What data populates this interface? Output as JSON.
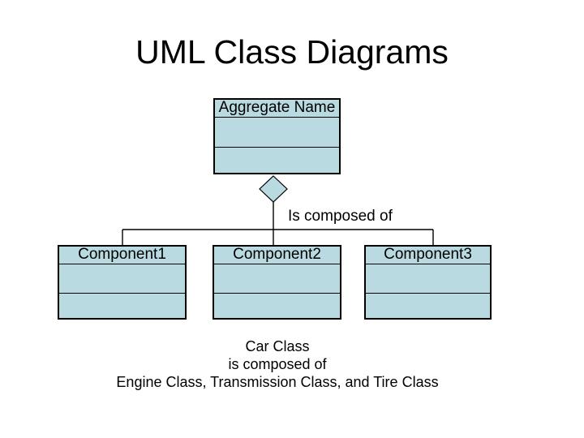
{
  "slide": {
    "title": "UML Class Diagrams",
    "background_color": "#ffffff"
  },
  "diagram": {
    "aggregate": {
      "label": "Aggregate Name"
    },
    "relationship_label": "Is composed of",
    "components": [
      {
        "label": "Component1"
      },
      {
        "label": "Component2"
      },
      {
        "label": "Component3"
      }
    ],
    "colors": {
      "box_fill": "#b8dae0",
      "box_border": "#000000",
      "connector": "#000000",
      "text": "#000000"
    }
  },
  "caption": {
    "line1": "Car Class",
    "line2": "is composed of",
    "line3": "Engine Class, Transmission Class, and Tire Class"
  }
}
